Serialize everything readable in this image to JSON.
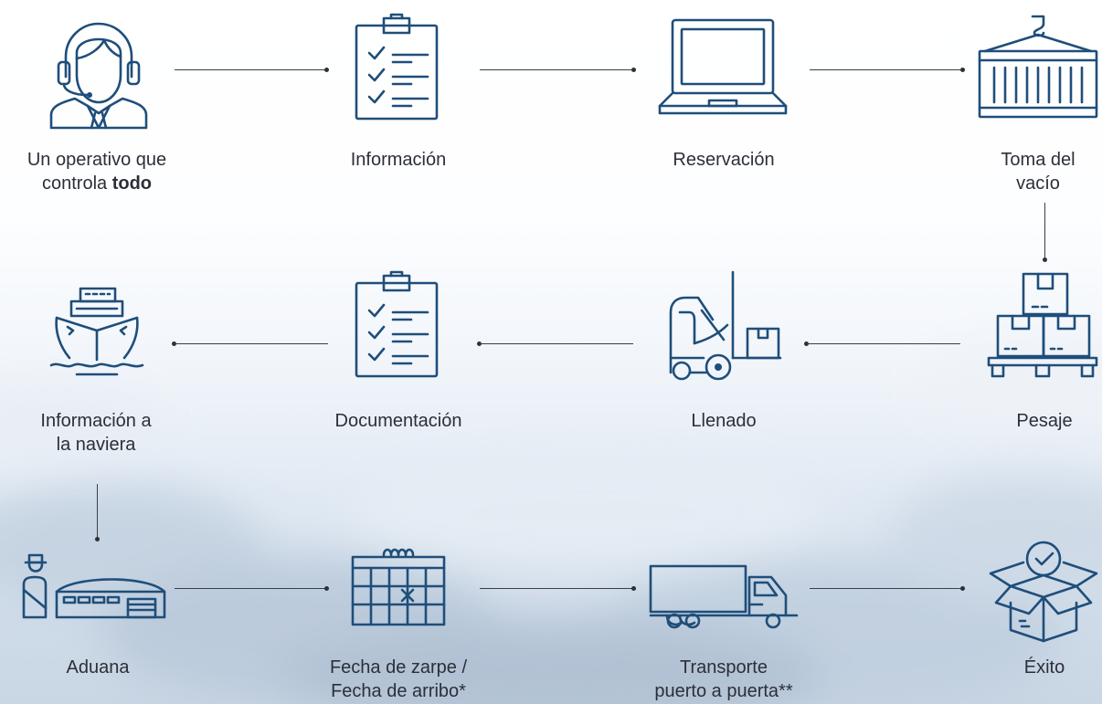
{
  "colors": {
    "icon": "#1f4e7a",
    "connector": "#3a3f48",
    "text": "#2b2f38"
  },
  "steps": [
    {
      "id": "operativo",
      "icon": "headset-agent-icon",
      "label_text": "Un operativo que\ncontrola ",
      "label_bold": "todo"
    },
    {
      "id": "informacion",
      "icon": "clipboard-checklist-icon",
      "label_text": "Información"
    },
    {
      "id": "reservacion",
      "icon": "laptop-icon",
      "label_text": "Reservación"
    },
    {
      "id": "toma_vacio",
      "icon": "hanging-container-icon",
      "label_text": "Toma del\nvacío"
    },
    {
      "id": "pesaje",
      "icon": "pallet-boxes-icon",
      "label_text": "Pesaje"
    },
    {
      "id": "llenado",
      "icon": "forklift-icon",
      "label_text": "Llenado"
    },
    {
      "id": "documentacion",
      "icon": "clipboard-checklist-icon",
      "label_text": "Documentación"
    },
    {
      "id": "naviera",
      "icon": "ship-icon",
      "label_text": "Información a\nla naviera"
    },
    {
      "id": "aduana",
      "icon": "customs-warehouse-icon",
      "label_text": "Aduana"
    },
    {
      "id": "fecha",
      "icon": "calendar-icon",
      "label_text": "Fecha de zarpe /\nFecha de arribo*"
    },
    {
      "id": "transporte",
      "icon": "truck-icon",
      "label_text": "Transporte\npuerto a puerta**"
    },
    {
      "id": "exito",
      "icon": "open-box-check-icon",
      "label_text": "Éxito"
    }
  ],
  "edges": [
    [
      "operativo",
      "informacion"
    ],
    [
      "informacion",
      "reservacion"
    ],
    [
      "reservacion",
      "toma_vacio"
    ],
    [
      "toma_vacio",
      "pesaje"
    ],
    [
      "pesaje",
      "llenado"
    ],
    [
      "llenado",
      "documentacion"
    ],
    [
      "documentacion",
      "naviera"
    ],
    [
      "naviera",
      "aduana"
    ],
    [
      "aduana",
      "fecha"
    ],
    [
      "fecha",
      "transporte"
    ],
    [
      "transporte",
      "exito"
    ]
  ]
}
